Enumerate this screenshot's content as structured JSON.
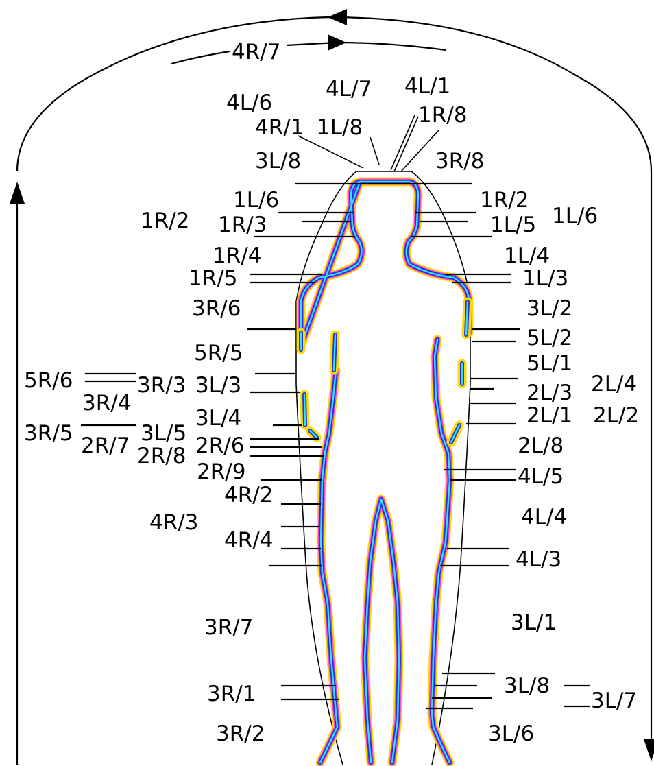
{
  "labels": {
    "top_4R7": "4R/7",
    "l_4L7": "4L/7",
    "l_4L1": "4L/1",
    "l_4L6": "4L/6",
    "l_1R8": "1R/8",
    "l_4R1": "4R/1",
    "l_1L8": "1L/8",
    "l_3L8_top": "3L/8",
    "l_3R8": "3R/8",
    "l_1L6_a": "1L/6",
    "l_1R2_r": "1R/2",
    "l_1R2_l": "1R/2",
    "l_1R3": "1R/3",
    "l_1L5": "1L/5",
    "l_1L6_b": "1L/6",
    "l_1R4": "1R/4",
    "l_1L4": "1L/4",
    "l_1R5": "1R/5",
    "l_1L3": "1L/3",
    "l_3R6": "3R/6",
    "l_3L2": "3L/2",
    "l_5L2": "5L/2",
    "l_5R5": "5R/5",
    "l_5L1": "5L/1",
    "l_5R6": "5R/6",
    "l_3R3": "3R/3",
    "l_3L3": "3L/3",
    "l_2L4": "2L/4",
    "l_2L3": "2L/3",
    "l_3R4": "3R/4",
    "l_3L4": "3L/4",
    "l_2L1": "2L/1",
    "l_2L2": "2L/2",
    "l_3R5": "3R/5",
    "l_2R7": "2R/7",
    "l_3L5": "3L/5",
    "l_2R6": "2R/6",
    "l_2L8": "2L/8",
    "l_2R8": "2R/8",
    "l_2R9": "2R/9",
    "l_4L5": "4L/5",
    "l_4R2": "4R/2",
    "l_4R3": "4R/3",
    "l_4L4": "4L/4",
    "l_4R4": "4R/4",
    "l_4L3": "4L/3",
    "l_3R7": "3R/7",
    "l_3L1": "3L/1",
    "l_3R1": "3R/1",
    "l_3L8_bot": "3L/8",
    "l_3L7": "3L/7",
    "l_3R2": "3R/2",
    "l_3L6": "3L/6"
  },
  "colors": {
    "outline_outer": "#ffd800",
    "outline_mid": "#ff3fd0",
    "outline_inner": "#2233dd",
    "outline_core": "#33dfff"
  }
}
